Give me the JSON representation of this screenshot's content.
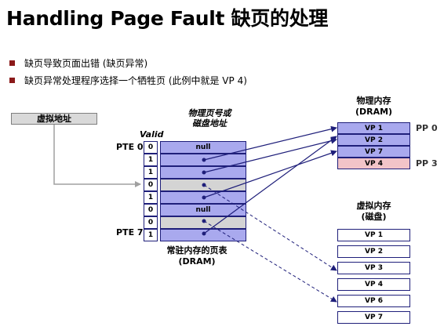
{
  "title": "Handling Page Fault 缺页的处理",
  "bullets": [
    "缺页导致页面出错 (缺页异常)",
    "缺页异常处理程序选择一个牺牲页 (此例中就是 VP 4)"
  ],
  "virtual_address_label": "虚拟地址",
  "pt_header_line1": "物理页号或",
  "pt_header_line2": "磁盘地址",
  "valid_label": "Valid",
  "pte0_label": "PTE 0",
  "pte7_label": "PTE 7",
  "page_table": [
    {
      "valid": "0",
      "content": "null",
      "kind": "null"
    },
    {
      "valid": "1",
      "content": "",
      "kind": "valid"
    },
    {
      "valid": "1",
      "content": "",
      "kind": "valid"
    },
    {
      "valid": "0",
      "content": "",
      "kind": "disk"
    },
    {
      "valid": "1",
      "content": "",
      "kind": "valid"
    },
    {
      "valid": "0",
      "content": "null",
      "kind": "null"
    },
    {
      "valid": "0",
      "content": "",
      "kind": "disk"
    },
    {
      "valid": "1",
      "content": "",
      "kind": "valid"
    }
  ],
  "pt_caption_line1": "常驻内存的页表",
  "pt_caption_line2": "(DRAM)",
  "phys_mem_title_line1": "物理内存",
  "phys_mem_title_line2": "(DRAM)",
  "phys_mem": [
    {
      "label": "VP 1",
      "color": "#a9a9ee"
    },
    {
      "label": "VP 2",
      "color": "#a9a9ee"
    },
    {
      "label": "VP 7",
      "color": "#a9a9ee"
    },
    {
      "label": "VP 4",
      "color": "#f2c4c8"
    }
  ],
  "pp0_label": "PP 0",
  "pp3_label": "PP 3",
  "virt_mem_title_line1": "虚拟内存",
  "virt_mem_title_line2": "(磁盘)",
  "virt_mem": [
    "VP 1",
    "VP 2",
    "VP 3",
    "VP 4",
    "VP 6",
    "VP 7"
  ]
}
